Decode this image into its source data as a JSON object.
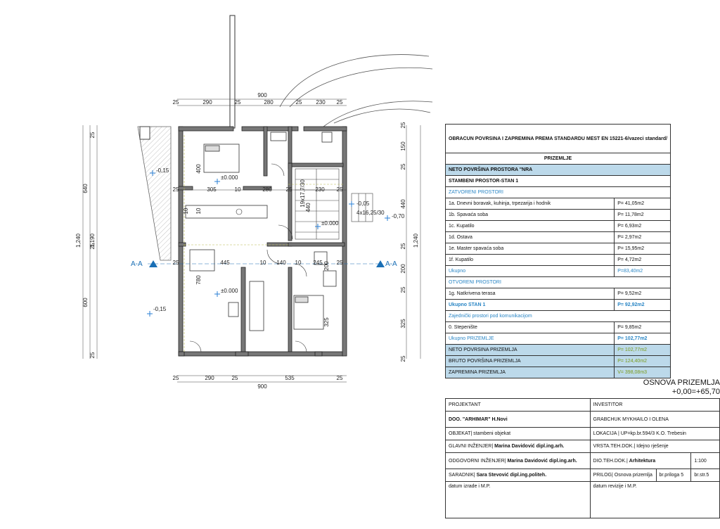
{
  "plan": {
    "dims_top": [
      "900",
      "25",
      "290",
      "25",
      "280",
      "25",
      "230",
      "25"
    ],
    "dims_mid": [
      "25",
      "305",
      "10",
      "280",
      "25",
      "230",
      "25"
    ],
    "dims_row3": [
      "25",
      "445",
      "10",
      "140",
      "10",
      "245",
      "25"
    ],
    "dims_bottom": [
      "25",
      "290",
      "25",
      "535",
      "25"
    ],
    "dims_bottom_total": "900",
    "dims_left": [
      "25",
      "640",
      "25",
      "600",
      "25",
      "1,240",
      "1,190"
    ],
    "dims_right": [
      "25",
      "150",
      "25",
      "440",
      "25",
      "200",
      "25",
      "325",
      "25",
      "1,240"
    ],
    "inner_dims": [
      "400",
      "10",
      "780",
      "325",
      "200",
      "440",
      "19x17,7/30",
      "4x16,25/30",
      "10"
    ],
    "levels": [
      "-0,15",
      "±0.000",
      "±0.000",
      "±0.000",
      "-0,15",
      "-0,05",
      "-0,70"
    ],
    "section": "A-A"
  },
  "area_table": {
    "title": "OBRACUN POVRSINA I ZAPREMINA PREMA STANDARDU MEST EN 15221-6/vazeci standard/",
    "floor": "PRIZEMLJE",
    "net_header": "NETO POVRŠINA PROSTORA \"NRA",
    "unit": "STAMBENI PROSTOR-STAN 1",
    "closed": "ZATVORENI PROSTORI",
    "rows_closed": [
      {
        "name": "1a. Dnevni boravak, kuhinja, trpezarija i hodnik",
        "value": "P= 41,05m2"
      },
      {
        "name": "1b. Spavaća soba",
        "value": "P= 11,78m2"
      },
      {
        "name": "1c. Kupatilo",
        "value": "P= 6,93m2"
      },
      {
        "name": "1d. Ostava",
        "value": "P= 2,97m2"
      },
      {
        "name": "1e. Master spavaća soba",
        "value": "P= 15,95m2"
      },
      {
        "name": "1f. Kupatilo",
        "value": "P= 4,72m2"
      }
    ],
    "total_closed": {
      "name": "Ukupno",
      "value": "P=83,40m2"
    },
    "open": "OTVORENI PROSTORI",
    "row_open": {
      "name": "1g. Natkrivena terasa",
      "value": "P= 9,52m2"
    },
    "total_unit": {
      "name": "Ukupno STAN 1",
      "value": "P= 92,92m2"
    },
    "common": "Zajednički prostori pod komunikacijom",
    "row_common": {
      "name": "0. Stepenište",
      "value": "P= 9,85m2"
    },
    "total_floor": {
      "name": "Ukupno PRIZEMLJE",
      "value": "P= 102,77m2"
    },
    "net_floor": {
      "name": "NETO POVRSINA PRIZEMLJA",
      "value": "P= 102,77m2"
    },
    "gross_floor": {
      "name": "BRUTO POVRŠINA PRIZEMLJA",
      "value": "P= 124,40m2"
    },
    "volume_floor": {
      "name": "ZAPREMINA PRIZEMLJA",
      "value": "V= 398,08m3"
    }
  },
  "drawing_title": {
    "line1": "OSNOVA PRIZEMLJA",
    "line2": "+0,00=+65,70"
  },
  "title_block": {
    "projektant_label": "PROJEKTANT",
    "projektant": "DOO. \"ARHIMAR\" H.Novi",
    "investitor_label": "INVESTITOR",
    "investitor": "GRABCHUK MYKHAILO I OLENA",
    "objekat": "OBJEKAT| stambeni objekat",
    "lokacija": "LOKACIJA | UP=kp.br.594/3 K.O. Trebesin",
    "glavni_label": "GLAVNI INŽENJER|",
    "glavni": "Marina Davidović dipl.ing.arh.",
    "vrsta": "VRSTA.TEH.DOK.| Idejno rješenje",
    "odgovorni_label": "ODGOVORNI INŽENJER|",
    "odgovorni": "Marina Davidović dipl.ing.arh.",
    "dio_label": "DIO.TEH.DOK.|",
    "dio": "Arhitektura",
    "scale": "1:100",
    "saradnik_label": "SARADNIK|",
    "saradnik": "Sara Stevović dipl.ing.politeh.",
    "prilog": "PRILOG| Osnova prizemlja",
    "prilog_nr": "br.priloga 5",
    "str_nr": "br.str.5",
    "datum_izrade": "datum izrade i M.P.",
    "datum_revizije": "datum revizije i M.P."
  },
  "colors": {
    "section_blue": "#1a6fb5",
    "table_highlight": "#bcd9ea",
    "level_marker": "#2a7fd4"
  }
}
